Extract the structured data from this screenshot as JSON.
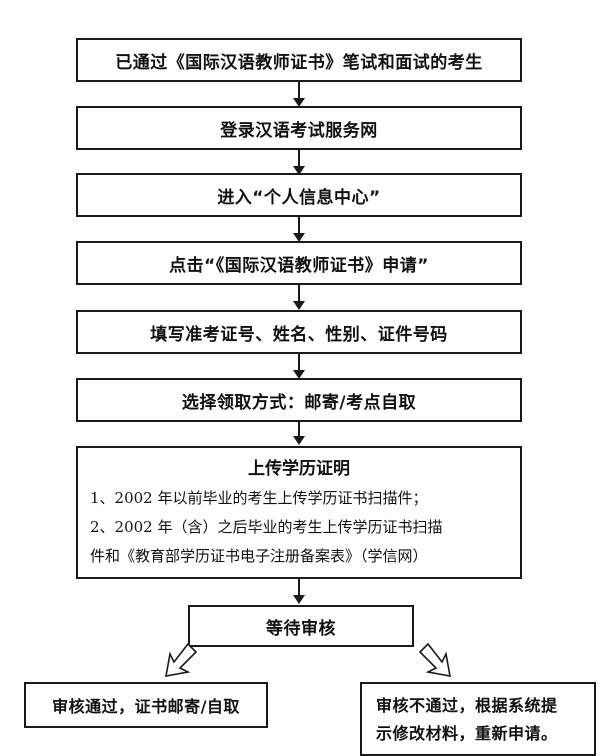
{
  "steps": [
    "已通过《国际汉语教师证书》笔试和面试的考生",
    "登录汉语考试服务网",
    "进入“个人信息中心”",
    "点击“《国际汉语教师证书》申请”",
    "填写准考证号、姓名、性别、证件号码",
    "选择领取方式：邮寄/考点自取"
  ],
  "upload": {
    "title": "上传学历证明",
    "line1": "1、2002 年以前毕业的考生上传学历证书扫描件；",
    "line2": "2、2002 年（含）之后毕业的考生上传学历证书扫描",
    "line3": "件和《教育部学历证书电子注册备案表》（学信网）"
  },
  "wait": "等待审核",
  "outcomes": {
    "pass": "审核通过，证书邮寄/自取",
    "fail_line1": "审核不通过，根据系统提",
    "fail_line2": "示修改材料，重新申请。"
  }
}
